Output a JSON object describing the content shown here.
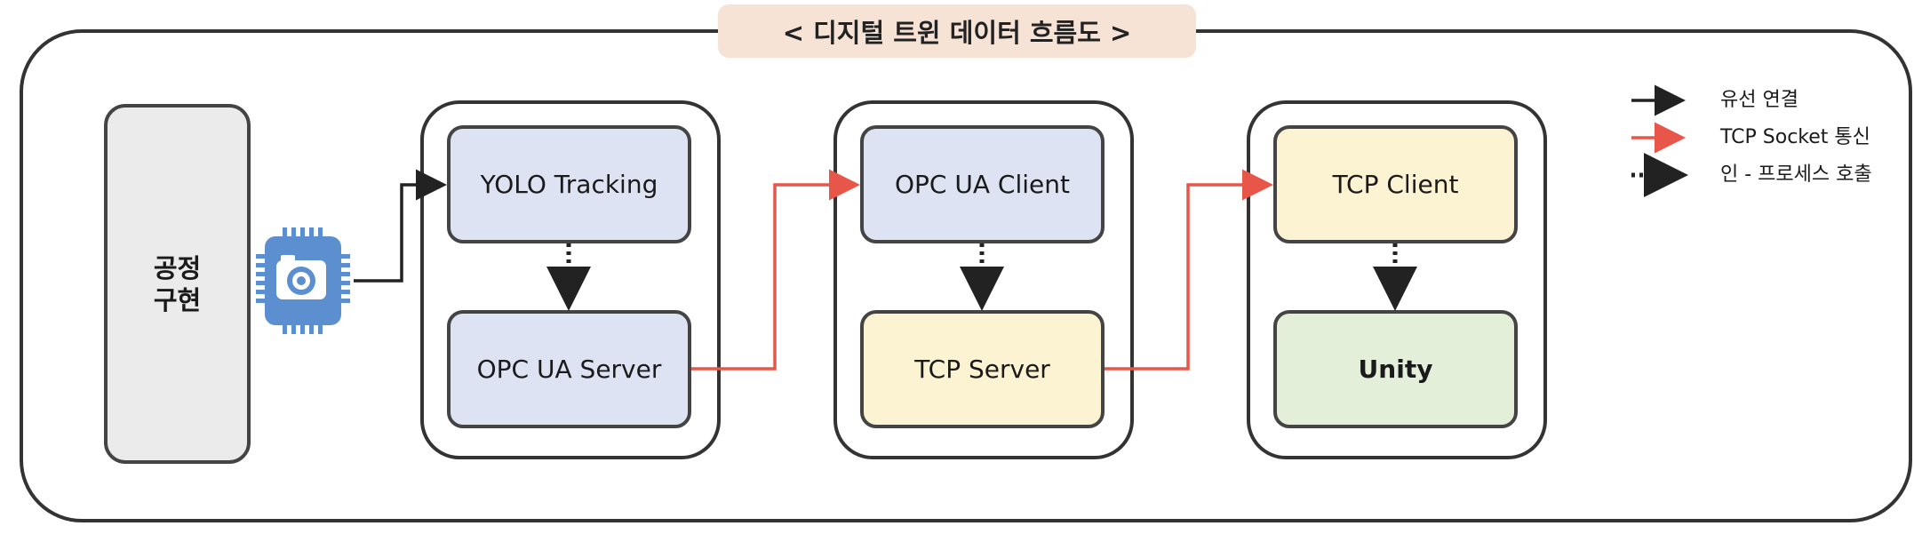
{
  "title": "< 디지털 트윈 데이터 흐름도 >",
  "left_block": {
    "line1": "공정",
    "line2": "구현"
  },
  "icon": "camera-chip-icon",
  "nodes": {
    "yolo": "YOLO Tracking",
    "opc_server": "OPC UA Server",
    "opc_client": "OPC UA Client",
    "tcp_server": "TCP Server",
    "tcp_client": "TCP Client",
    "unity": "Unity"
  },
  "legend": [
    {
      "label": "유선 연결",
      "style": "solid",
      "color": "#222222"
    },
    {
      "label": "TCP Socket 통신",
      "style": "solid",
      "color": "#e8564a"
    },
    {
      "label": "인 - 프로세스 호출",
      "style": "dotted",
      "color": "#222222"
    }
  ],
  "colors": {
    "node_blue": "#dde3f3",
    "node_yellow": "#fcf3d2",
    "node_green": "#e3efd9",
    "title_bg": "#f6e3d6",
    "chip_blue": "#5b8fd0",
    "tcp_line": "#e8564a"
  }
}
